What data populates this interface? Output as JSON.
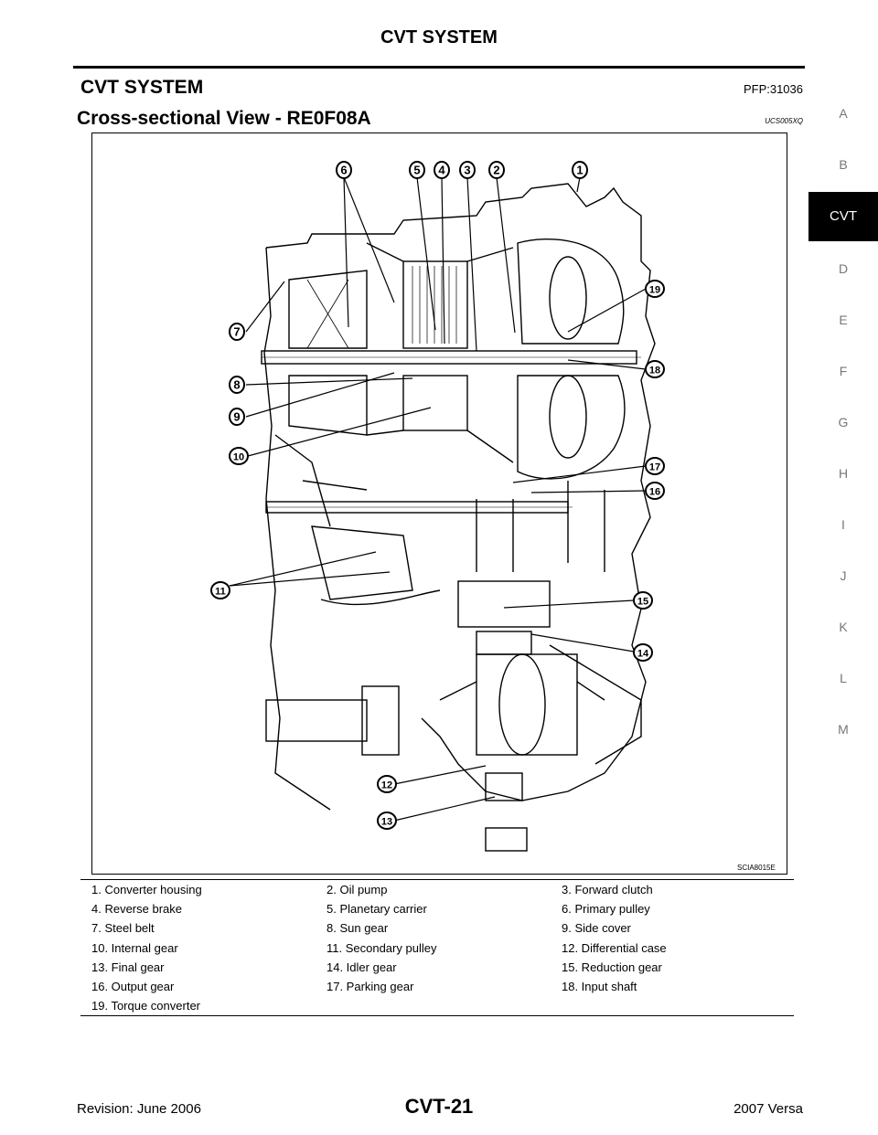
{
  "header": {
    "title": "CVT SYSTEM"
  },
  "section": {
    "title": "CVT SYSTEM",
    "code": "PFP:31036"
  },
  "subsection": {
    "title": "Cross-sectional View - RE0F08A",
    "code": "UCS005XQ"
  },
  "tabs": [
    "A",
    "B",
    "CVT",
    "D",
    "E",
    "F",
    "G",
    "H",
    "I",
    "J",
    "K",
    "L",
    "M"
  ],
  "active_tab": "CVT",
  "figure": {
    "id": "SCIA8015E",
    "callouts": [
      "1",
      "2",
      "3",
      "4",
      "5",
      "6",
      "7",
      "8",
      "9",
      "10",
      "11",
      "12",
      "13",
      "14",
      "15",
      "16",
      "17",
      "18",
      "19"
    ]
  },
  "parts": [
    [
      "1. Converter housing",
      "2. Oil pump",
      "3. Forward clutch"
    ],
    [
      "4. Reverse brake",
      "5. Planetary carrier",
      "6. Primary pulley"
    ],
    [
      "7. Steel belt",
      "8. Sun gear",
      "9. Side cover"
    ],
    [
      "10. Internal gear",
      "11. Secondary pulley",
      "12. Differential case"
    ],
    [
      "13. Final gear",
      "14. Idler gear",
      "15. Reduction gear"
    ],
    [
      "16. Output gear",
      "17. Parking gear",
      "18. Input shaft"
    ],
    [
      "19. Torque converter",
      "",
      ""
    ]
  ],
  "footer": {
    "revision": "Revision: June 2006",
    "page": "CVT-21",
    "model": "2007 Versa"
  }
}
